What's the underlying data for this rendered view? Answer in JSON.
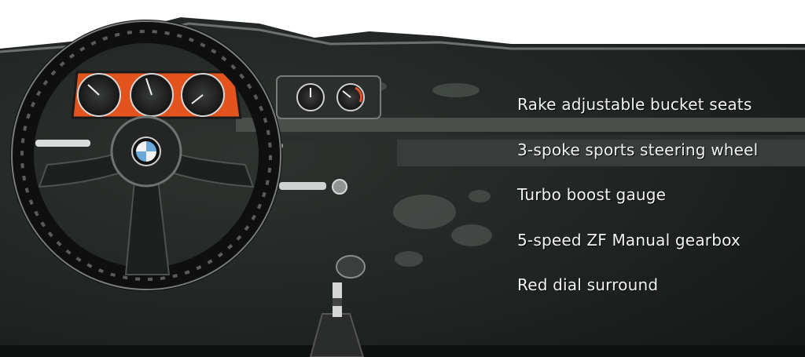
{
  "features": [
    "Rake adjustable bucket seats",
    "3-spoke sports steering wheel",
    "Turbo boost gauge",
    "5-speed ZF Manual gearbox",
    "Red dial surround"
  ],
  "colors": {
    "dashboard": "#1f2321",
    "dial_surround": "#e2531d",
    "text": "#f4f4f4",
    "background": "#ffffff"
  },
  "emblem": "bmw-roundel"
}
